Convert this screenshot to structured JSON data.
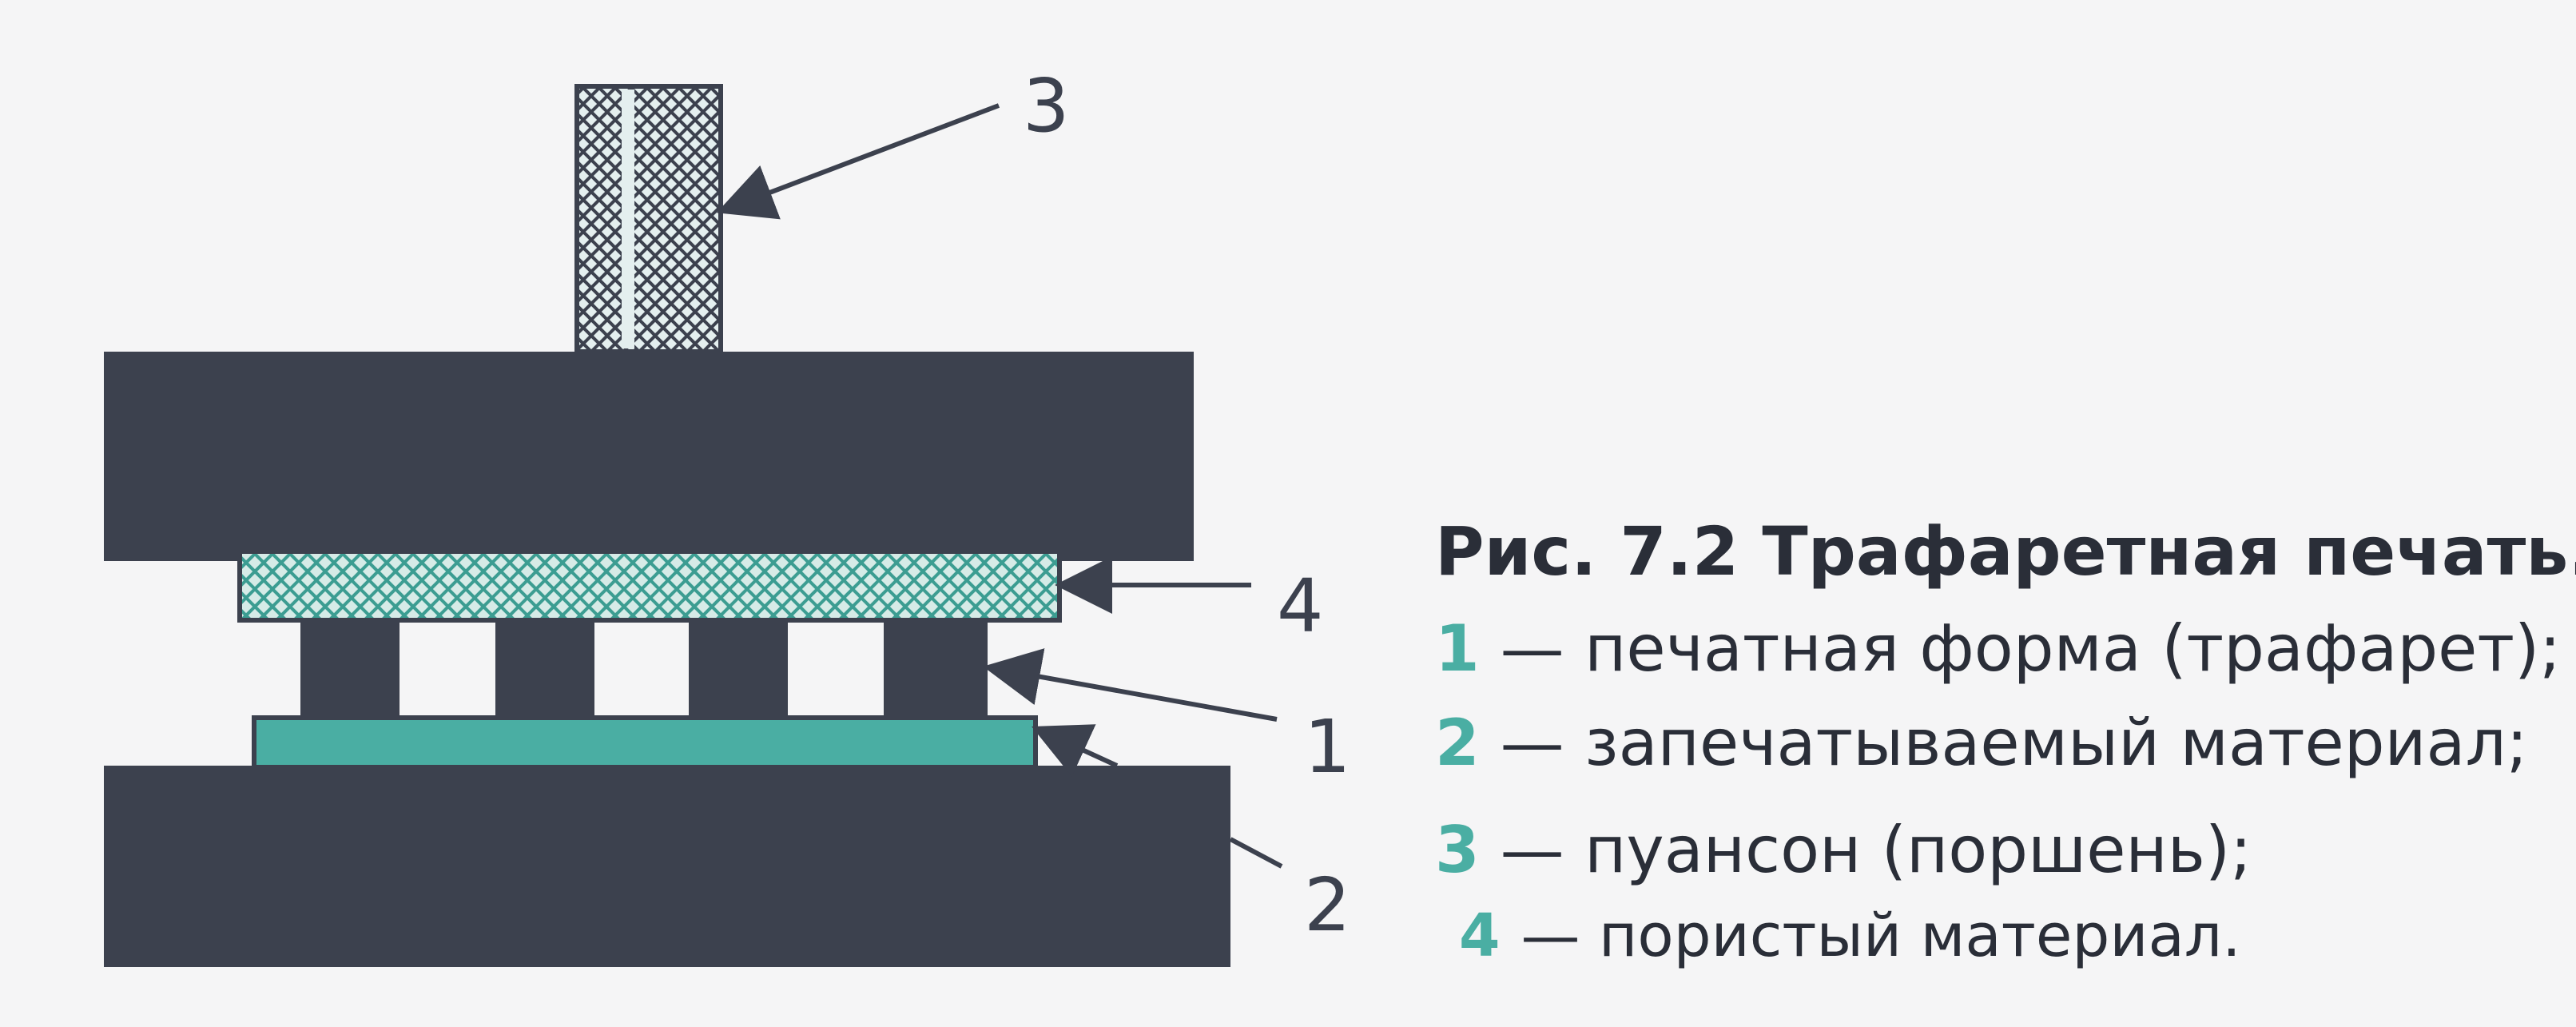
{
  "caption": {
    "title": "Рис. 7.2 Трафаретная печать.",
    "items": [
      {
        "num": "1",
        "text": "— печатная форма (трафарет);"
      },
      {
        "num": "2",
        "text": "— запечатываемый материал;"
      },
      {
        "num": "3",
        "text": "— пуансон (поршень);"
      },
      {
        "num": "4",
        "text": "— пористый материал."
      }
    ]
  },
  "labels": {
    "stencil": "1",
    "substrate": "2",
    "punch": "3",
    "porous": "4"
  },
  "colors": {
    "background": "#f5f5f6",
    "dark": "#3c414e",
    "teal": "#4aaea3",
    "mesh": "#d6ebe7",
    "text": "#2a2e38"
  }
}
